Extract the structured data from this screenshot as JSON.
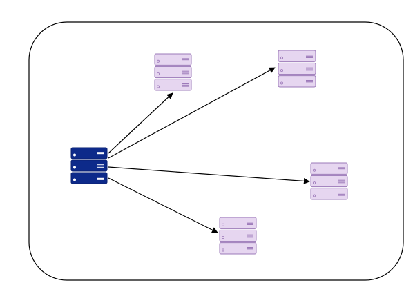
{
  "colors": {
    "background": "#ffffff",
    "boundary_stroke": "#000000",
    "edge_stroke": "#000000",
    "source_fill": "#0d2a8a",
    "source_stroke": "#0a2070",
    "source_accent": "#ffffff",
    "target_fill": "#e6d6f0",
    "target_stroke": "#9b78b8",
    "target_accent": "#9b78b8"
  },
  "nodes": [
    {
      "id": "source-server",
      "role": "source",
      "icon": "server-rack-icon"
    },
    {
      "id": "target-server-1",
      "role": "target",
      "icon": "server-rack-icon"
    },
    {
      "id": "target-server-2",
      "role": "target",
      "icon": "server-rack-icon"
    },
    {
      "id": "target-server-3",
      "role": "target",
      "icon": "server-rack-icon"
    },
    {
      "id": "target-server-4",
      "role": "target",
      "icon": "server-rack-icon"
    }
  ],
  "edges": [
    {
      "from": "source-server",
      "to": "target-server-1"
    },
    {
      "from": "source-server",
      "to": "target-server-2"
    },
    {
      "from": "source-server",
      "to": "target-server-3"
    },
    {
      "from": "source-server",
      "to": "target-server-4"
    }
  ]
}
